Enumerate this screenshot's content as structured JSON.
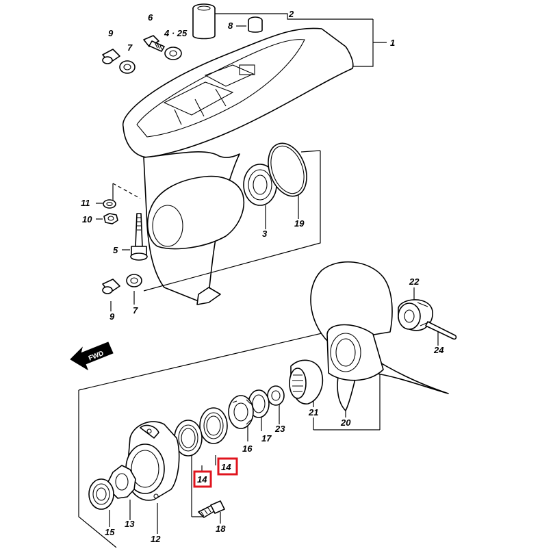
{
  "diagram": {
    "fwd_label": "FWD",
    "highlight_color": "#e0141e",
    "labels": [
      {
        "id": "1",
        "text": "1"
      },
      {
        "id": "2",
        "text": "2"
      },
      {
        "id": "3",
        "text": "3"
      },
      {
        "id": "4-25",
        "text": "4 · 25"
      },
      {
        "id": "5",
        "text": "5"
      },
      {
        "id": "6",
        "text": "6"
      },
      {
        "id": "7a",
        "text": "7"
      },
      {
        "id": "7b",
        "text": "7"
      },
      {
        "id": "8",
        "text": "8"
      },
      {
        "id": "9a",
        "text": "9"
      },
      {
        "id": "9b",
        "text": "9"
      },
      {
        "id": "10",
        "text": "10"
      },
      {
        "id": "11",
        "text": "11"
      },
      {
        "id": "12",
        "text": "12"
      },
      {
        "id": "13",
        "text": "13"
      },
      {
        "id": "14a",
        "text": "14"
      },
      {
        "id": "14b",
        "text": "14"
      },
      {
        "id": "15",
        "text": "15"
      },
      {
        "id": "16",
        "text": "16"
      },
      {
        "id": "17",
        "text": "17"
      },
      {
        "id": "18",
        "text": "18"
      },
      {
        "id": "19",
        "text": "19"
      },
      {
        "id": "20",
        "text": "20"
      },
      {
        "id": "21",
        "text": "21"
      },
      {
        "id": "22",
        "text": "22"
      },
      {
        "id": "23",
        "text": "23"
      },
      {
        "id": "24",
        "text": "24"
      }
    ]
  }
}
